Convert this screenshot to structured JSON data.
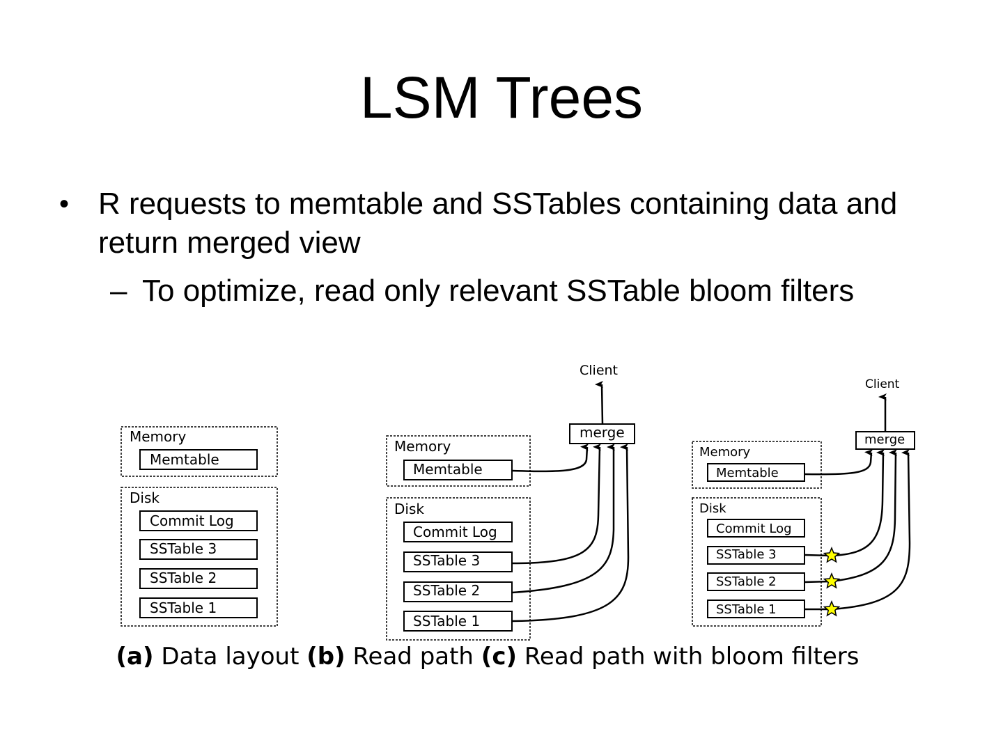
{
  "slide": {
    "title": "LSM Trees",
    "bullets": [
      {
        "text": "R requests to memtable and SSTables containing data and return merged view",
        "sub": [
          "To optimize, read only relevant SSTable bloom filters"
        ]
      }
    ],
    "bullet_glyph": "•",
    "sub_glyph": "–"
  },
  "diagram": {
    "memory_label": "Memory",
    "disk_label": "Disk",
    "memtable": "Memtable",
    "commit_log": "Commit Log",
    "sstables": [
      "SSTable 3",
      "SSTable 2",
      "SSTable 1"
    ],
    "merge_label": "merge",
    "client_label": "Client",
    "bloom_filter_icon": "star-icon",
    "bloom_filter_color": "#ffff00",
    "panels": [
      "Data layout",
      "Read path",
      "Read path with bloom filters"
    ]
  },
  "caption": {
    "a_tag": "(a)",
    "a_text": " Data layout ",
    "b_tag": "(b)",
    "b_text": " Read path ",
    "c_tag": "(c)",
    "c_text": " Read path with bloom filters"
  }
}
